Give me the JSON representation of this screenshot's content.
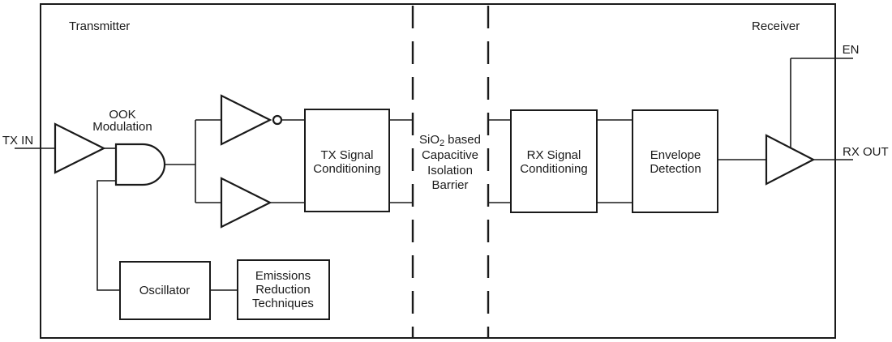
{
  "diagram": {
    "transmitter_label": "Transmitter",
    "receiver_label": "Receiver",
    "ports": {
      "tx_in": "TX IN",
      "rx_out": "RX OUT",
      "en": "EN"
    },
    "ook_modulation": {
      "line1": "OOK",
      "line2": "Modulation"
    },
    "blocks": {
      "tx_signal_conditioning": {
        "line1": "TX Signal",
        "line2": "Conditioning"
      },
      "rx_signal_conditioning": {
        "line1": "RX Signal",
        "line2": "Conditioning"
      },
      "envelope_detection": {
        "line1": "Envelope",
        "line2": "Detection"
      },
      "oscillator": {
        "label": "Oscillator"
      },
      "emissions_reduction": {
        "line1": "Emissions",
        "line2": "Reduction",
        "line3": "Techniques"
      }
    },
    "isolation_barrier": {
      "formula_base": "SiO",
      "formula_subscript": "2",
      "line1_suffix": "based",
      "line2": "Capacitive",
      "line3": "Isolation",
      "line4": "Barrier"
    },
    "colors": {
      "line": "#1a1a1a",
      "background": "#ffffff"
    }
  }
}
